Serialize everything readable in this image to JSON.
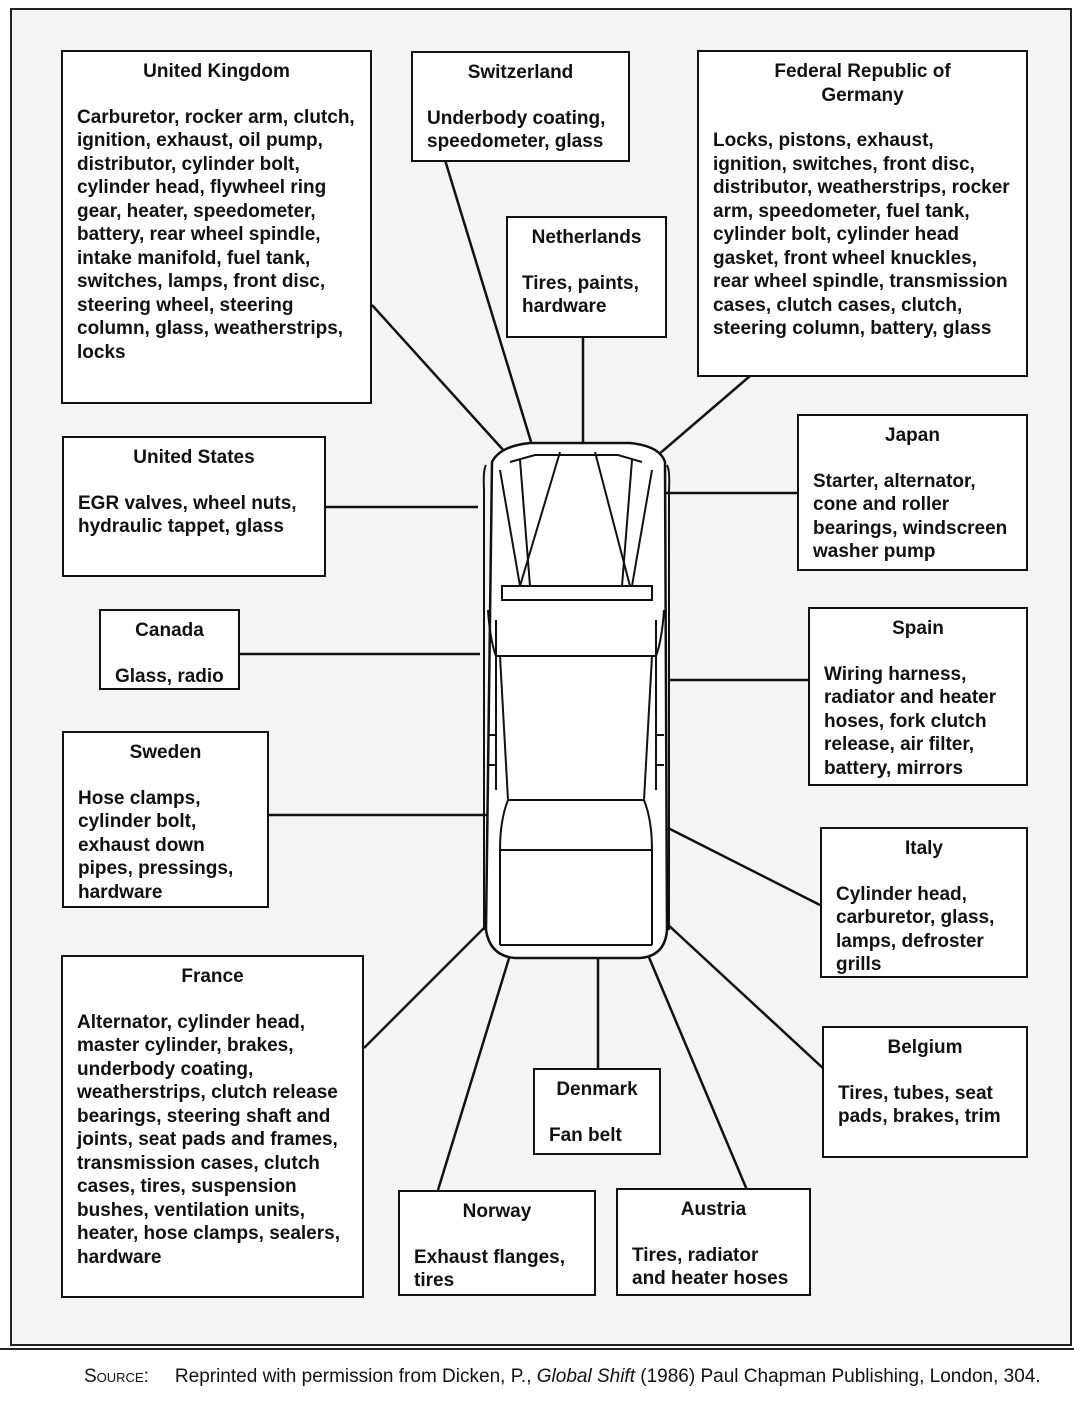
{
  "countries": [
    {
      "id": "united-kingdom",
      "name": "United Kingdom",
      "parts": "Carburetor, rocker arm, clutch, ignition, exhaust, oil pump, distributor, cylinder bolt, cylinder head, flywheel ring gear, heater, speedometer, battery, rear wheel spindle, intake manifold, fuel tank, switches, lamps, front disc, steering wheel, steering column, glass, weatherstrips, locks"
    },
    {
      "id": "switzerland",
      "name": "Switzerland",
      "parts": "Underbody coating, speedometer, glass"
    },
    {
      "id": "germany",
      "name": "Federal Republic of Germany",
      "parts": "Locks, pistons, exhaust, ignition, switches, front disc, distributor, weatherstrips, rocker arm, speedometer, fuel tank, cylinder bolt, cylinder head gasket, front wheel knuckles, rear wheel spindle, transmission cases, clutch cases, clutch, steering column, battery, glass"
    },
    {
      "id": "netherlands",
      "name": "Netherlands",
      "parts": "Tires, paints, hardware"
    },
    {
      "id": "united-states",
      "name": "United States",
      "parts": "EGR valves, wheel nuts, hydraulic tappet, glass"
    },
    {
      "id": "japan",
      "name": "Japan",
      "parts": "Starter, alternator, cone and roller bearings, windscreen washer pump"
    },
    {
      "id": "canada",
      "name": "Canada",
      "parts": "Glass, radio"
    },
    {
      "id": "spain",
      "name": "Spain",
      "parts": "Wiring harness, radiator and heater hoses, fork clutch release, air filter, battery, mirrors"
    },
    {
      "id": "sweden",
      "name": "Sweden",
      "parts": "Hose clamps, cylinder bolt, exhaust down pipes, pressings, hardware"
    },
    {
      "id": "italy",
      "name": "Italy",
      "parts": "Cylinder head, carburetor, glass, lamps, defroster grills"
    },
    {
      "id": "france",
      "name": "France",
      "parts": "Alternator, cylinder head, master cylinder, brakes, underbody coating, weatherstrips, clutch release bearings, steering shaft and joints, seat pads and frames, transmission cases, clutch cases, tires, suspension bushes, ventilation units, heater, hose clamps, sealers, hardware"
    },
    {
      "id": "belgium",
      "name": "Belgium",
      "parts": "Tires, tubes, seat pads, brakes, trim"
    },
    {
      "id": "denmark",
      "name": "Denmark",
      "parts": "Fan belt"
    },
    {
      "id": "norway",
      "name": "Norway",
      "parts": "Exhaust flanges, tires"
    },
    {
      "id": "austria",
      "name": "Austria",
      "parts": "Tires, radiator and heater hoses"
    }
  ],
  "source": {
    "label": "Source:",
    "text_before": "Reprinted with permission from Dicken, P., ",
    "book": "Global Shift",
    "text_after": " (1986) Paul Chapman Publishing, London, 304."
  }
}
